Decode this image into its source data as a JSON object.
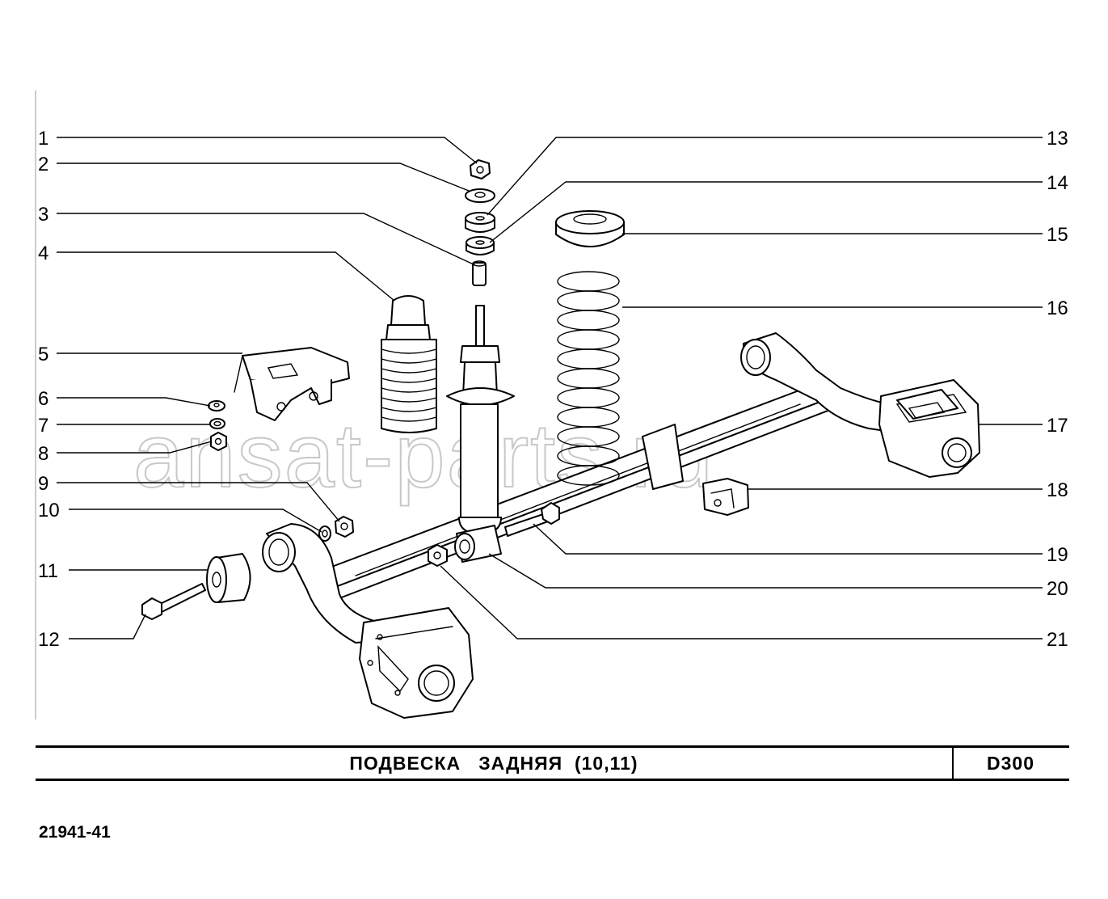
{
  "watermark": "ansat-parts.ru",
  "callouts": {
    "c1": "1",
    "c2": "2",
    "c3": "3",
    "c4": "4",
    "c5": "5",
    "c6": "6",
    "c7": "7",
    "c8": "8",
    "c9": "9",
    "c10": "10",
    "c11": "11",
    "c12": "12",
    "c13": "13",
    "c14": "14",
    "c15": "15",
    "c16": "16",
    "c17": "17",
    "c18": "18",
    "c19": "19",
    "c20": "20",
    "c21": "21"
  },
  "title_block": {
    "title": "ПОДВЕСКА   ЗАДНЯЯ  (10,11)",
    "code": "D300"
  },
  "document_number": "21941-41"
}
